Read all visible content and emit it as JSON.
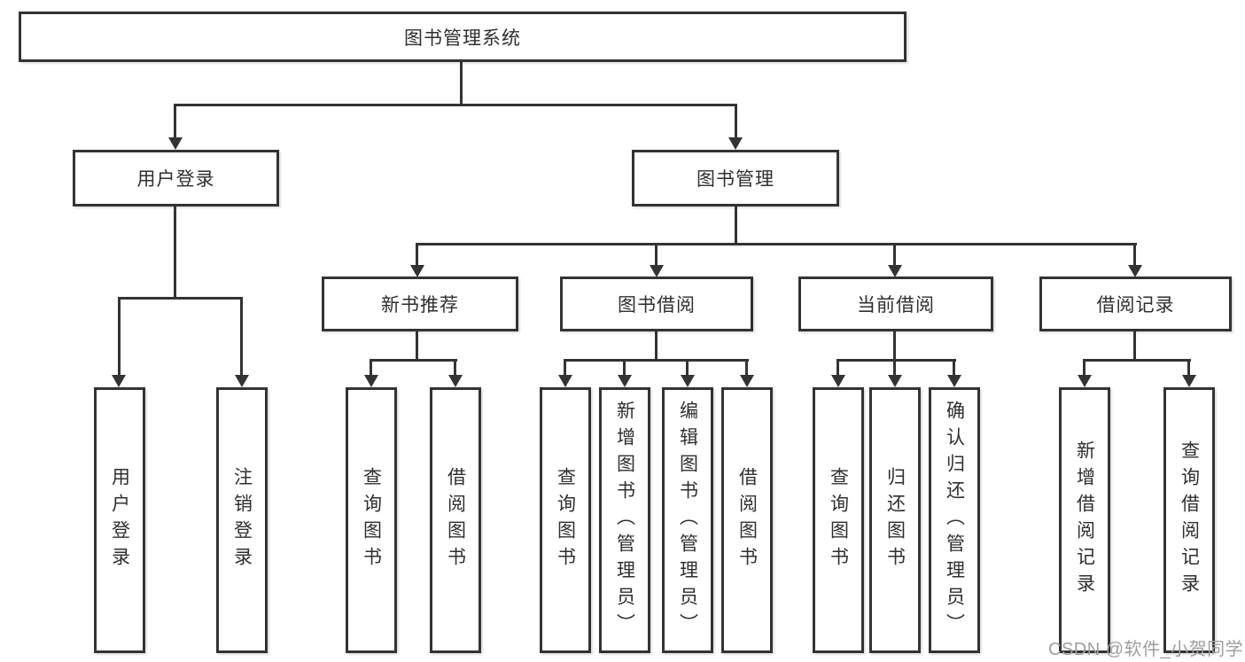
{
  "colors": {
    "line": "#333333",
    "text": "#2f2f2f",
    "background": "#ffffff",
    "watermark": "#9e9e9e"
  },
  "watermark": "CSDN @软件_小贺同学",
  "tree": {
    "root": {
      "label": "图书管理系统"
    },
    "level2": [
      {
        "id": "user-login",
        "label": "用户登录"
      },
      {
        "id": "book-management",
        "label": "图书管理"
      }
    ],
    "level3": [
      {
        "id": "new-book-recommend",
        "label": "新书推荐",
        "parent": "图书管理"
      },
      {
        "id": "book-borrowing",
        "label": "图书借阅",
        "parent": "图书管理"
      },
      {
        "id": "current-borrowing",
        "label": "当前借阅",
        "parent": "图书管理"
      },
      {
        "id": "borrowing-records",
        "label": "借阅记录",
        "parent": "图书管理"
      }
    ],
    "leaves": {
      "user_login": [
        {
          "label": "用户登录"
        },
        {
          "label": "注销登录"
        }
      ],
      "new_book_recommend": [
        {
          "label": "查询图书"
        },
        {
          "label": "借阅图书"
        }
      ],
      "book_borrowing": [
        {
          "label": "查询图书"
        },
        {
          "label": "新增图书（管理员）"
        },
        {
          "label": "编辑图书（管理员）"
        },
        {
          "label": "借阅图书"
        }
      ],
      "current_borrowing": [
        {
          "label": "查询图书"
        },
        {
          "label": "归还图书"
        },
        {
          "label": "确认归还（管理员）"
        }
      ],
      "borrowing_records": [
        {
          "label": "新增借阅记录"
        },
        {
          "label": "查询借阅记录"
        }
      ]
    }
  }
}
